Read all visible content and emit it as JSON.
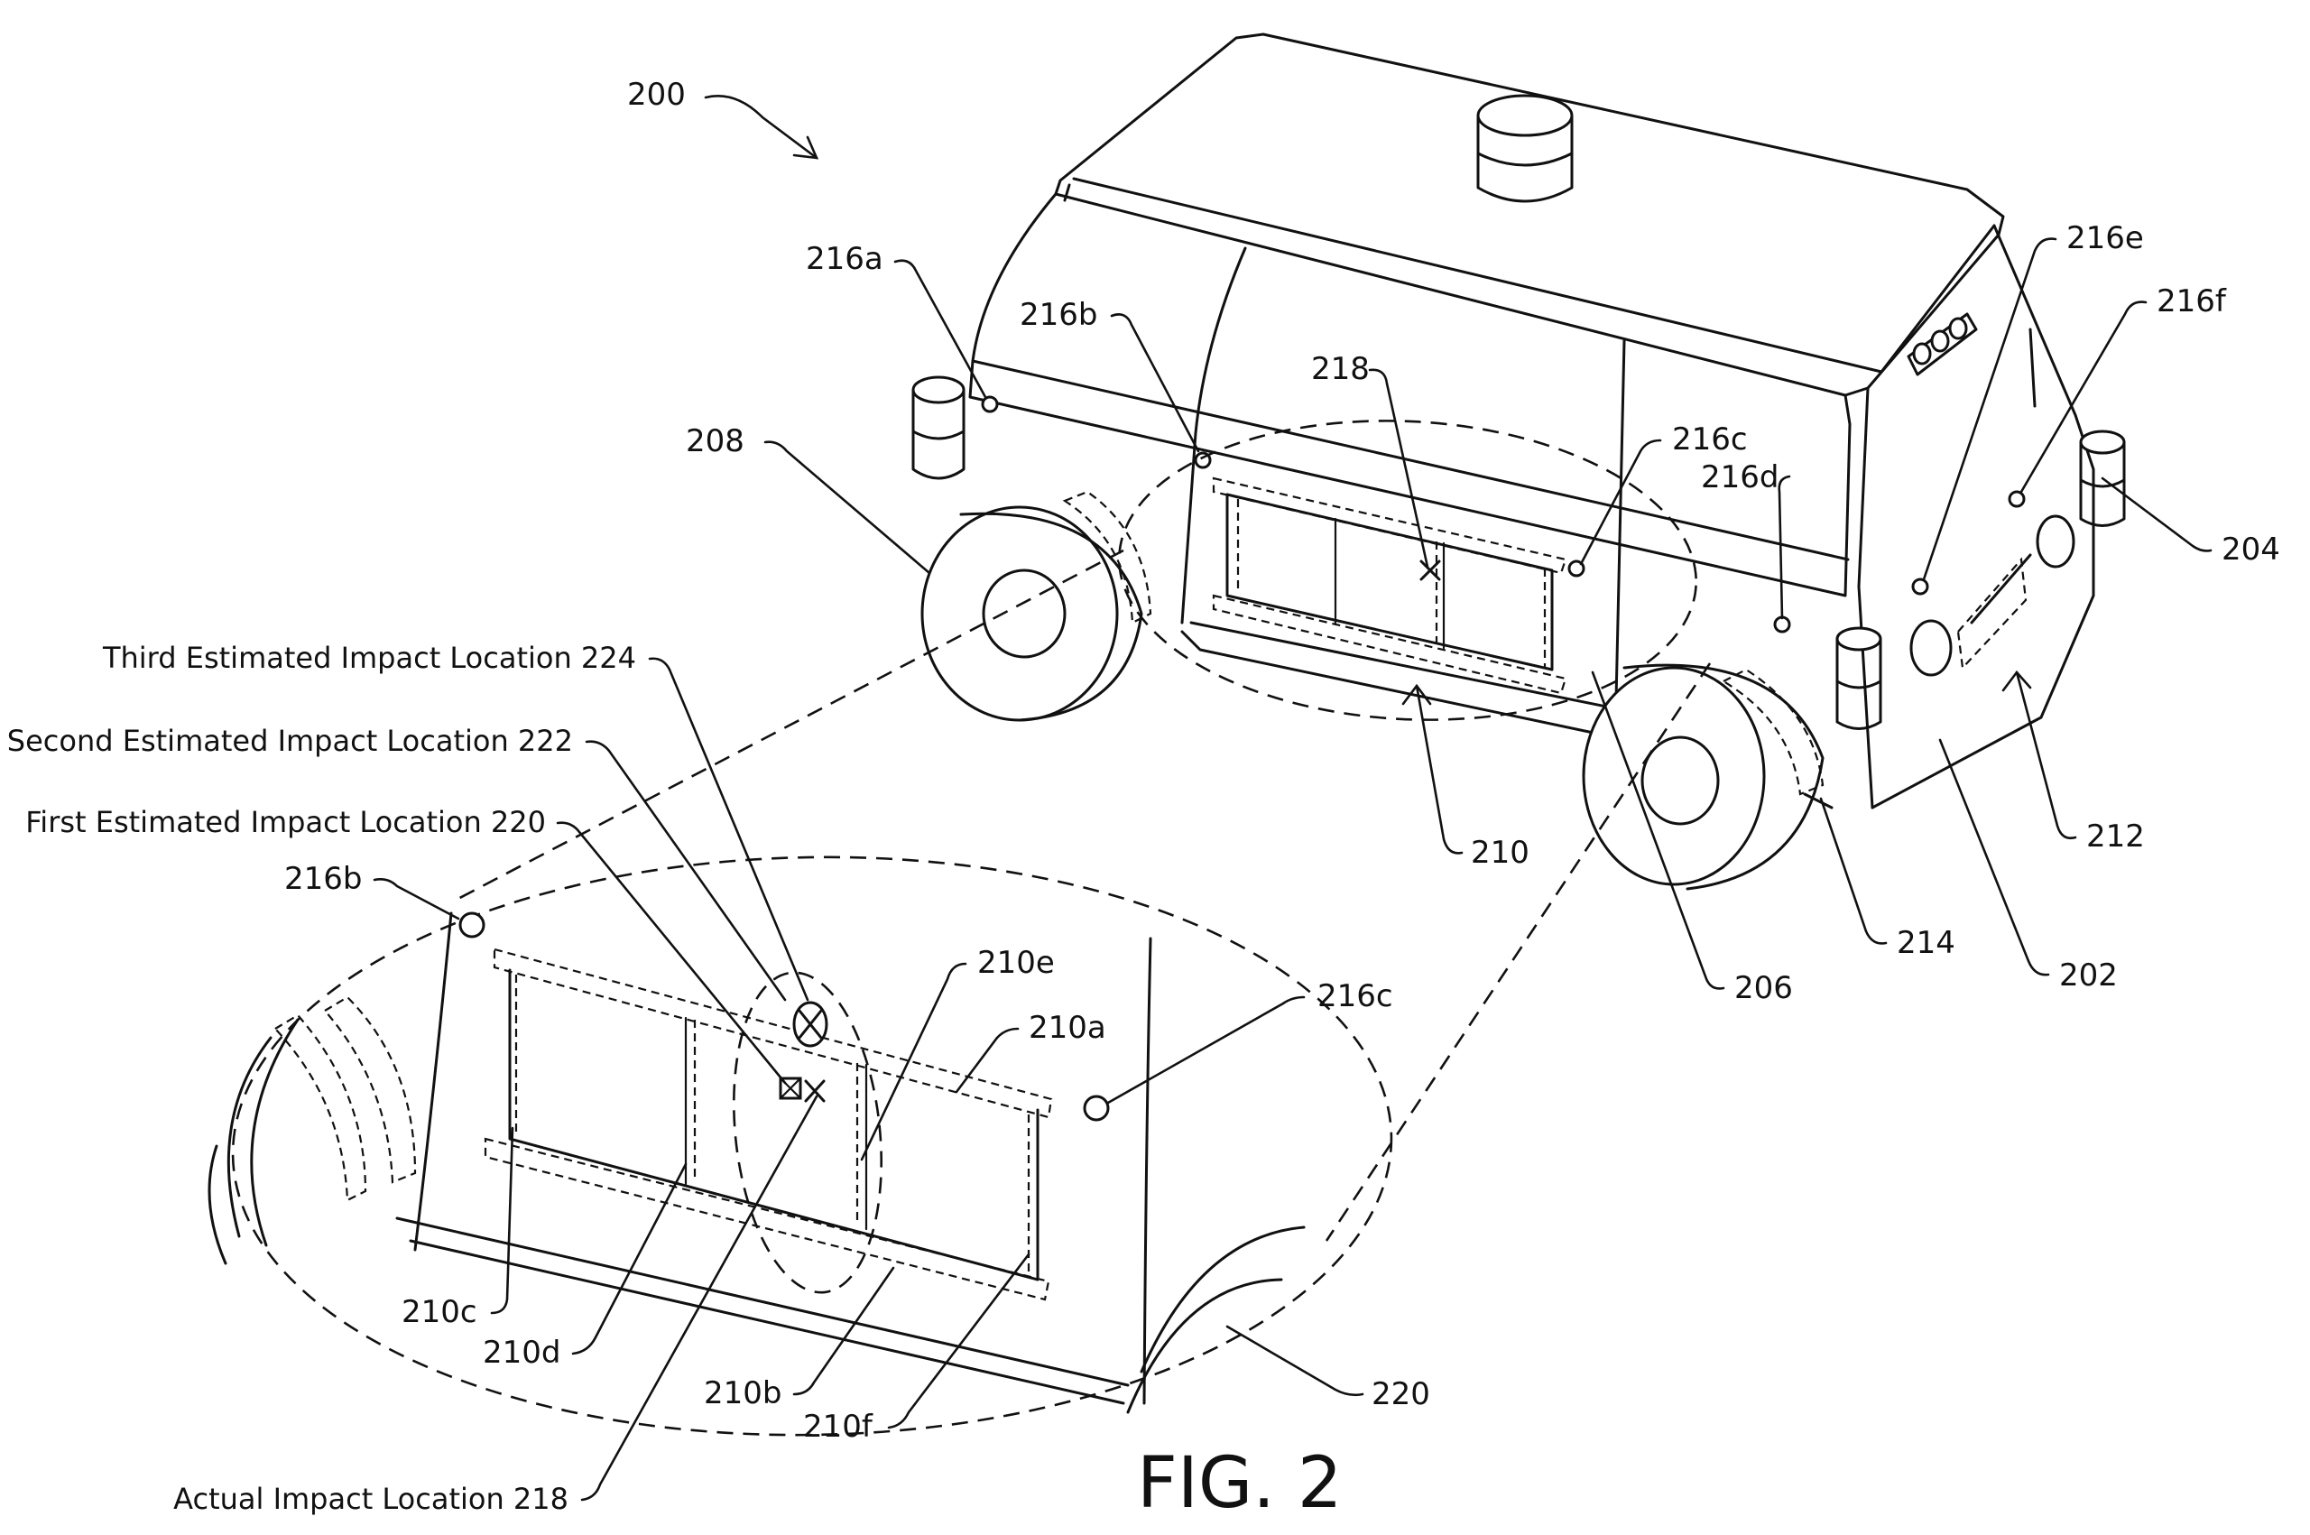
{
  "figure": {
    "number_label": "FIG. 2",
    "ref_200": "200"
  },
  "vehicle_labels": {
    "l_216a": "216a",
    "l_216b": "216b",
    "l_218": "218",
    "l_216c": "216c",
    "l_216d": "216d",
    "l_216e": "216e",
    "l_216f": "216f",
    "l_208": "208",
    "l_204": "204",
    "l_210": "210",
    "l_212": "212",
    "l_214": "214",
    "l_202": "202",
    "l_206": "206"
  },
  "inset_labels": {
    "third_impact": "Third Estimated Impact Location 224",
    "second_impact": "Second Estimated Impact Location 222",
    "first_impact": "First Estimated Impact Location 220",
    "actual_impact": "Actual Impact Location 218",
    "l_216b": "216b",
    "l_216c": "216c",
    "l_210e": "210e",
    "l_210a": "210a",
    "l_210c": "210c",
    "l_210d": "210d",
    "l_210b": "210b",
    "l_210f": "210f",
    "l_220": "220"
  }
}
